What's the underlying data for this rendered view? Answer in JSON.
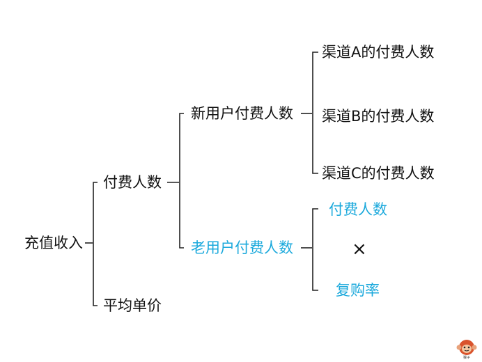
{
  "root": {
    "label": "充值收入"
  },
  "level1": [
    {
      "label": "付费人数"
    },
    {
      "label": "平均单价"
    }
  ],
  "level2": [
    {
      "label": "新用户付费人数"
    },
    {
      "label": "老用户付费人数"
    }
  ],
  "new_user_children": [
    {
      "label": "渠道A的付费人数"
    },
    {
      "label": "渠道B的付费人数"
    },
    {
      "label": "渠道C的付费人数"
    }
  ],
  "old_user_children": {
    "top": "付费人数",
    "operator": "×",
    "bottom": "复购率"
  },
  "logo": {
    "caption": "猴子",
    "icon": "monkey-icon"
  },
  "colors": {
    "text": "#111111",
    "accent": "#1ba9dc",
    "line": "#222222"
  }
}
